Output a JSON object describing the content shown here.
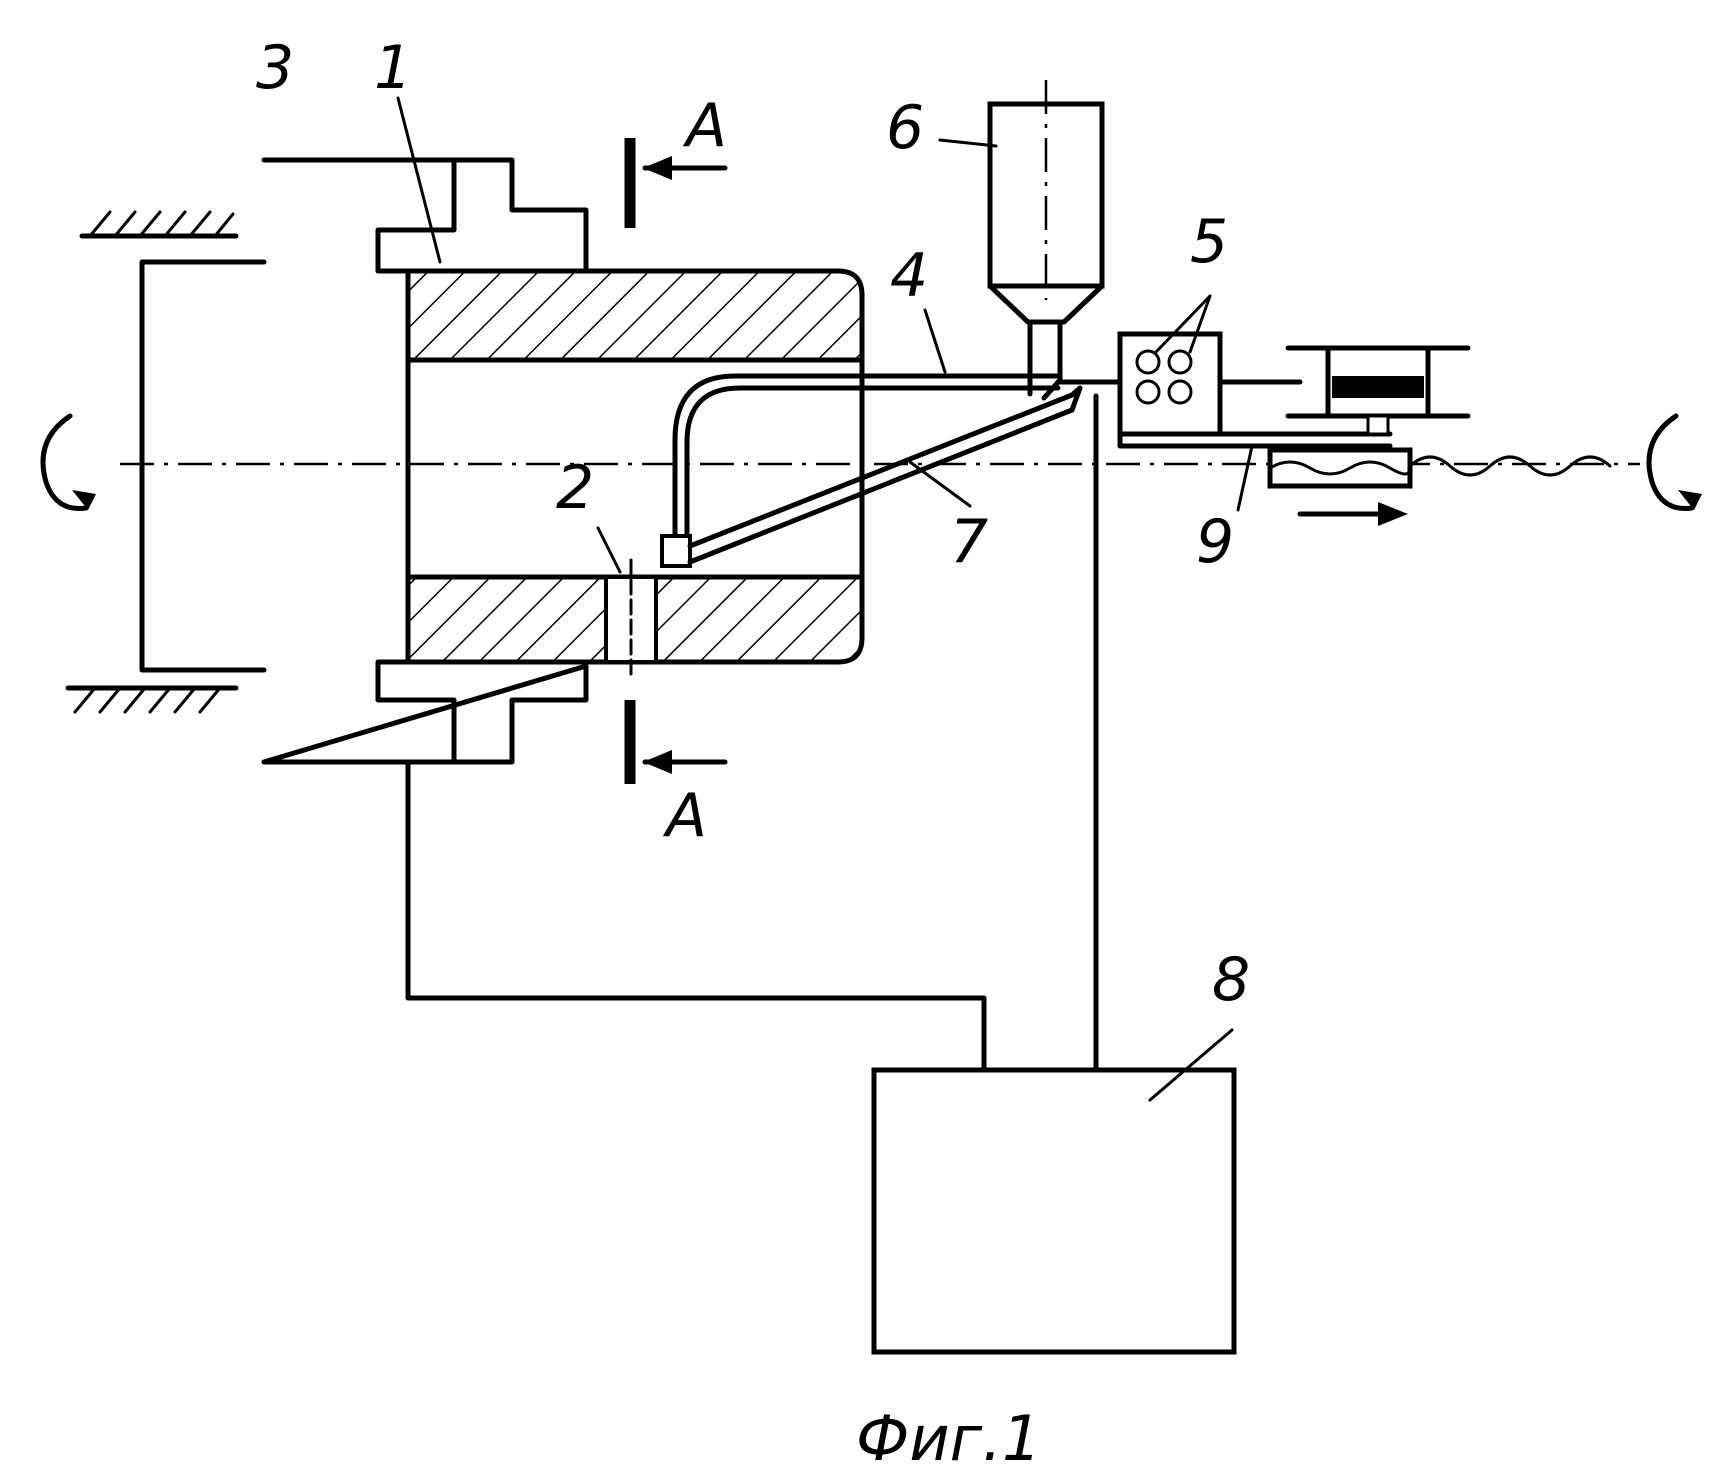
{
  "labels": {
    "l1": "1",
    "l2": "2",
    "l3": "3",
    "l4": "4",
    "l5": "5",
    "l6": "6",
    "l7": "7",
    "l8": "8",
    "l9": "9",
    "section_top": "A",
    "section_bottom": "A"
  },
  "caption": "Фиг.1",
  "colors": {
    "ink": "#000000",
    "paper": "#ffffff"
  }
}
